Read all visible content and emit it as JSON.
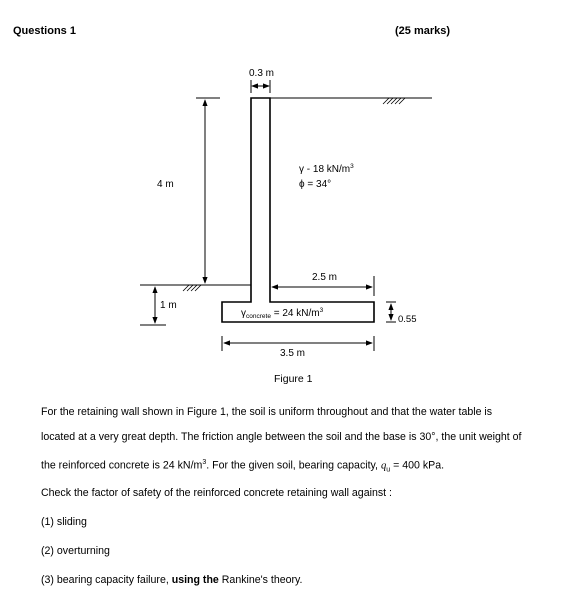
{
  "header": {
    "question_title": "Questions 1",
    "marks": "(25 marks)"
  },
  "figure": {
    "dim_stem_thickness": "0.3 m",
    "dim_wall_height": "4 m",
    "dim_front_depth": "1 m",
    "dim_heel_length": "2.5 m",
    "dim_base_thickness": "0.55",
    "dim_base_width": "3.5 m",
    "soil_gamma_symbol": "γ",
    "soil_gamma_text": " - 18 kN/m",
    "soil_gamma_sup": "3",
    "soil_phi_symbol": "ϕ",
    "soil_phi_text": " = 34°",
    "concrete_gamma_symbol": "γ",
    "concrete_gamma_sub": "concrete",
    "concrete_gamma_text": " = 24 kN/m",
    "concrete_gamma_sup": "3",
    "caption": "Figure 1"
  },
  "text": {
    "p1_line1": "For the retaining wall shown in Figure 1, the soil is uniform throughout and that the water table is",
    "p1_line2": "located at a very great depth. The friction angle between the soil and the base is 30°, the unit weight of",
    "p1_line3a": "the reinforced concrete is 24 kN/m",
    "p1_line3_sup": "3",
    "p1_line3b": ". For the given soil, bearing capacity, ",
    "p1_line3_q": "q",
    "p1_line3_qsub": "u",
    "p1_line3c": " = 400 kPa.",
    "check_intro": "Check the factor of safety of the reinforced concrete retaining wall against :",
    "item1": "(1) sliding",
    "item2": "(2) overturning",
    "item3_a": "(3) bearing capacity failure, ",
    "item3_b": "using the",
    "item3_c": " Rankine's theory."
  }
}
